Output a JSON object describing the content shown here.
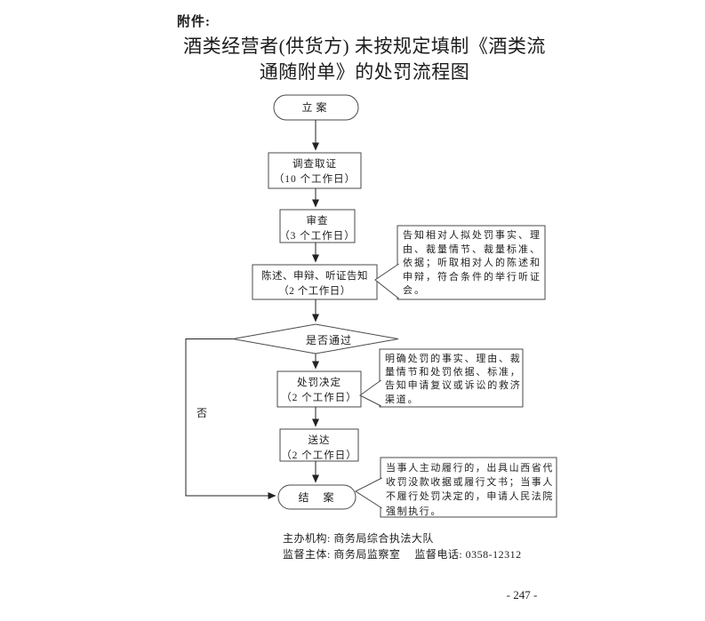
{
  "doc": {
    "attachment_label": "附件:",
    "title": "酒类经营者(供货方) 未按规定填制《酒类流\n通随附单》的处罚流程图",
    "page_number": "- 247 -"
  },
  "flow": {
    "start": "立案",
    "investigate": "调查取证\n（10 个工作日）",
    "review": "审查\n（3 个工作日）",
    "notify": "陈述、申辩、听证告知\n（2 个工作日）",
    "decision": "是否通过",
    "punish": "处罚决定\n（2 个工作日）",
    "deliver": "送达\n（2 个工作日）",
    "end": "结　案",
    "no_label": "否"
  },
  "callouts": {
    "notify_note": "告知相对人拟处罚事实、理由、裁量情节、裁量标准、依据；听取相对人的陈述和申辩，符合条件的举行听证会。",
    "punish_note": "明确处罚的事实、理由、裁量情节和处罚依据、标准，告知申请复议或诉讼的救济渠道。",
    "end_note": "当事人主动履行的，出具山西省代收罚没款收据或履行文书；当事人不履行处罚决定的，申请人民法院强制执行。"
  },
  "footer": {
    "organizer": "主办机构: 商务局综合执法大队",
    "supervisor": "监督主体: 商务局监察室　 监督电话: 0358-12312"
  },
  "colors": {
    "background": "#ffffff",
    "ink": "#1c1c1c",
    "shape_stroke": "#4a4a4a",
    "connector": "#222222"
  }
}
